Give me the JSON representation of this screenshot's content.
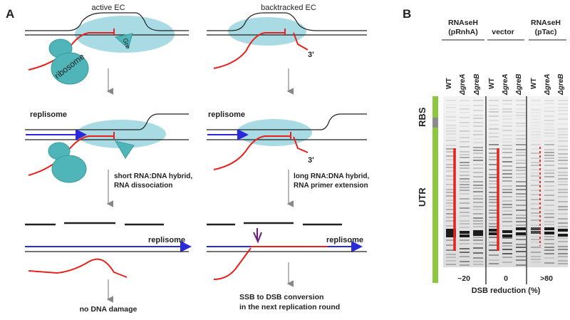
{
  "panel_a": {
    "letter": "A",
    "left": {
      "title": "active EC",
      "ribosome": "ribosome",
      "gre": "Gre",
      "replisome_mid": "replisome",
      "step1_line1": "short RNA:DNA hybrid,",
      "step1_line2": "RNA dissociation",
      "replisome_bottom": "replisome",
      "outcome": "no DNA damage"
    },
    "right": {
      "title": "backtracked EC",
      "three_prime_top": "3'",
      "replisome_mid": "replisome",
      "three_prime_mid": "3'",
      "step1_line1": "long RNA:DNA hybrid,",
      "step1_line2": "RNA primer extension",
      "replisome_bottom": "replisome",
      "outcome_line1": "SSB to DSB conversion",
      "outcome_line2": "in the next replication round"
    }
  },
  "panel_b": {
    "letter": "B",
    "groups": [
      {
        "line1": "RNAseH",
        "line2": "(pRnhA)",
        "lanes": [
          "WT",
          "ΔgreA",
          "ΔgreB"
        ],
        "reduction": "~20"
      },
      {
        "line1": "",
        "line2": "vector",
        "lanes": [
          "WT",
          "ΔgreA",
          "ΔgreB"
        ],
        "reduction": "0"
      },
      {
        "line1": "RNAseH",
        "line2": "(pTac)",
        "lanes": [
          "WT",
          "ΔgreA",
          "ΔgreB"
        ],
        "reduction": ">80"
      }
    ],
    "side_labels": {
      "rbs": "RBS",
      "utr": "UTR"
    },
    "footer": "DSB reduction (%)",
    "colors": {
      "marker_green": "#8dc63f",
      "marker_grey": "#8c8c8c",
      "red": "#e8211d"
    }
  },
  "colors": {
    "ec_fill": "#a8dbe3",
    "ribosome_fill": "#4fb5b8",
    "rna_red": "#e8211d",
    "replisome_blue": "#2a2ad8",
    "arrow_grey": "#888888",
    "cut_purple": "#6a1b7a"
  }
}
